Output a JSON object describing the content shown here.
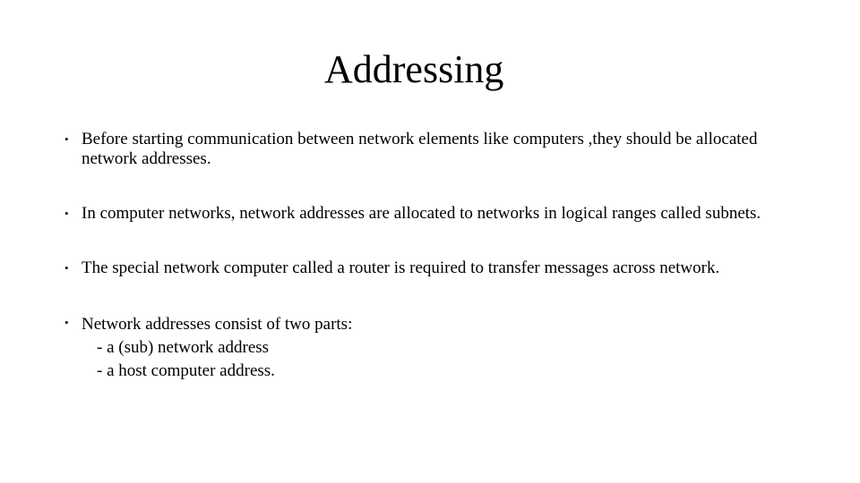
{
  "slide": {
    "title": "Addressing",
    "bullet_char": "•",
    "bullets": [
      {
        "text": "Before starting communication between network elements like computers ,they should be allocated network addresses."
      },
      {
        "text": "In computer networks, network addresses are allocated to networks in logical ranges called subnets."
      },
      {
        "text": "The special network computer called a router is required to transfer messages across network."
      },
      {
        "text": "Network addresses consist of two parts:",
        "subitems": [
          "- a (sub) network address",
          "- a host computer address."
        ]
      }
    ]
  }
}
